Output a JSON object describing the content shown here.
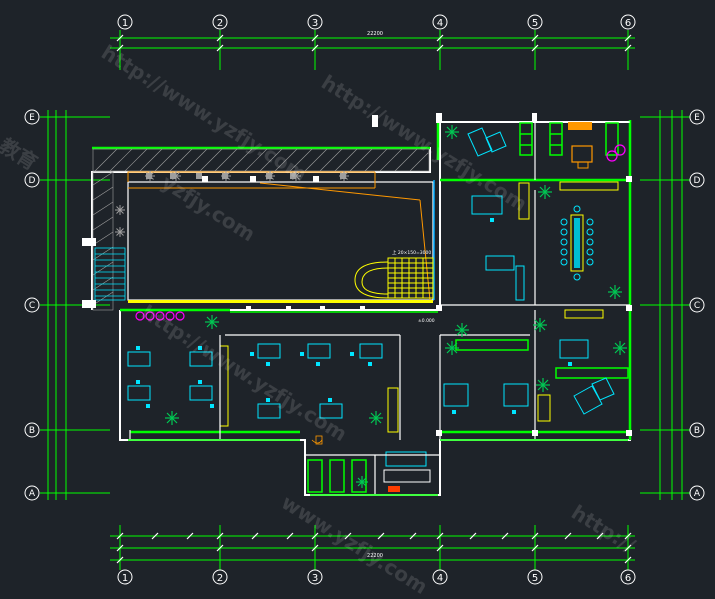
{
  "drawing": {
    "grid_axes_h": [
      "1",
      "2",
      "3",
      "4",
      "5",
      "6"
    ],
    "grid_axes_v": [
      "E",
      "D",
      "C",
      "B",
      "A"
    ],
    "dim_top_total": "22200",
    "dim_bottom_total": "22200",
    "stair_label": "上 20×150=3000",
    "level_mark": "±0.000",
    "colors": {
      "background": "#1e2329",
      "axis_line": "#00ff00",
      "wall": "#ffffff",
      "furniture": "#00e5ff",
      "stair": "#ffff00",
      "plant": "#00c853",
      "accent_orange": "#ff9800",
      "accent_magenta": "#ff00ff"
    }
  },
  "watermarks": [
    "http://www.yzfjy.com",
    "http://www.yzfjy.com",
    "yzfjy.com",
    "http://www.yzfjy.com",
    "教育",
    "www.yzfjy.com",
    "http://"
  ]
}
